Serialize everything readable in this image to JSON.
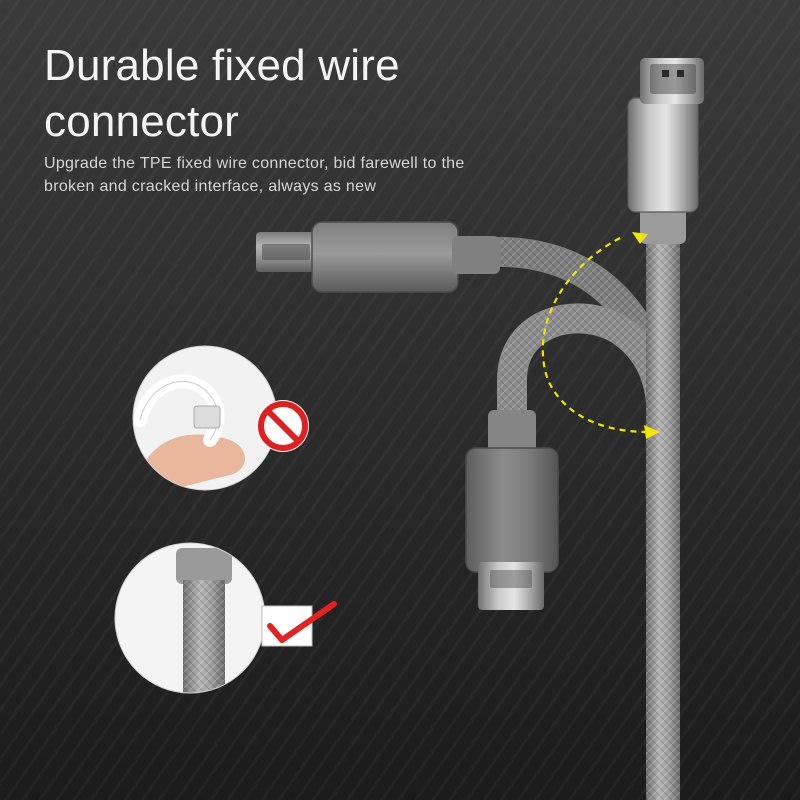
{
  "headline": {
    "line1": "Durable fixed wire",
    "line2": "connector"
  },
  "subline": {
    "line1": "Upgrade the TPE fixed wire connector, bid farewell to the",
    "line2": "broken and cracked interface, always as new"
  },
  "icons": {
    "prohibited": "prohibited-icon",
    "check": "checkmark-icon",
    "bend_arrow": "bend-arrow-icon"
  },
  "colors": {
    "background_top": "#3a3a3a",
    "background_bottom": "#1a1a1a",
    "cable": "#8a8a8a",
    "prohibited_red": "#e02020",
    "check_red": "#e52222",
    "arrow_yellow": "#f2e600",
    "text": "#f4f4f4"
  }
}
